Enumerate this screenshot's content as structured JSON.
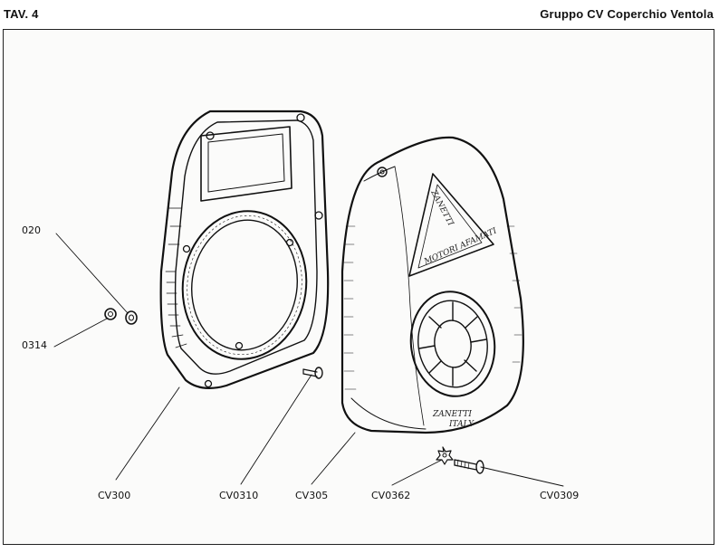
{
  "header": {
    "plate_number": "TAV. 4",
    "group_title": "Gruppo CV Coperchio Ventola"
  },
  "parts": [
    {
      "code": "020"
    },
    {
      "code": "0314"
    },
    {
      "code": "CV300"
    },
    {
      "code": "CV0310"
    },
    {
      "code": "CV305"
    },
    {
      "code": "CV0362"
    },
    {
      "code": "CV0309"
    }
  ],
  "cover_markings": {
    "badge_text": "MOTORI AFAMATI",
    "brand_top": "ZANETTI",
    "brand_bottom": "ZANETTI",
    "origin": "ITALY"
  },
  "colors": {
    "ink": "#111111",
    "paper": "#fbfbfa"
  }
}
